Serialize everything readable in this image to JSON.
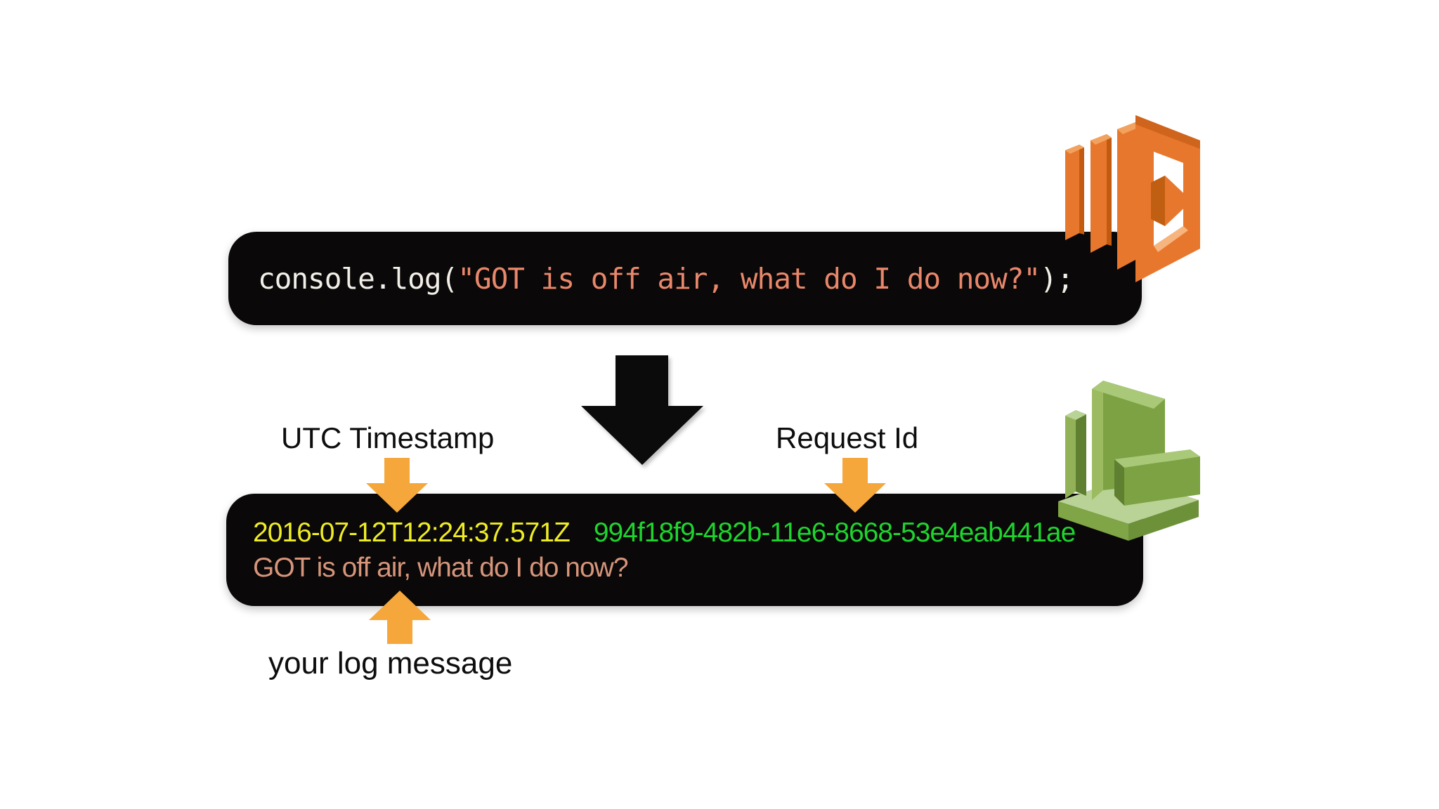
{
  "code_block": {
    "prefix": "console.log(",
    "string": "\"GOT is off air, what do I do now?\"",
    "suffix": ");"
  },
  "log_block": {
    "timestamp": "2016-07-12T12:24:37.571Z",
    "request_id": "994f18f9-482b-11e6-8668-53e4eab441ae",
    "message": "GOT is off air, what do I do now?"
  },
  "labels": {
    "utc_timestamp": "UTC Timestamp",
    "request_id": "Request Id",
    "log_message": "your log message"
  },
  "icons": {
    "lambda": "aws-lambda-icon",
    "cloudwatch": "aws-cloudwatch-logs-icon",
    "flow_arrow": "flow-down-arrow-icon",
    "pointer_arrow": "orange-pointer-arrow-icon"
  },
  "colors": {
    "box_background": "#0a0808",
    "code_text": "#f2efe9",
    "code_string": "#e8876a",
    "timestamp_yellow": "#efed24",
    "request_green": "#1fd42f",
    "message_salmon": "#d6957b",
    "pointer_orange": "#f6a73b",
    "lambda_orange": "#e8772e",
    "cloudwatch_green": "#7fa648"
  }
}
